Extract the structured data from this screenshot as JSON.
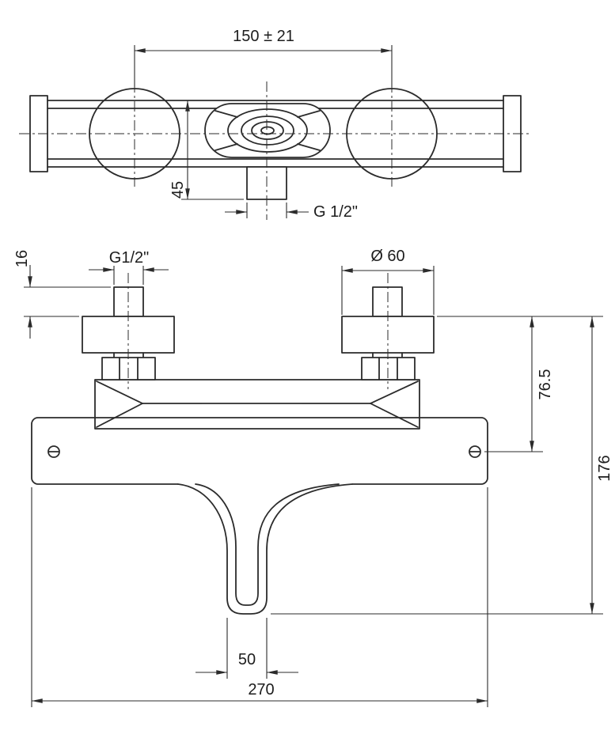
{
  "page": {
    "background": "#ffffff",
    "ink": "#2b2b2b"
  },
  "drawing": {
    "top_view": {
      "dim_handle_spacing": "150 ± 21",
      "dim_outlet_drop": "45",
      "outlet_thread_label": "G 1/2\""
    },
    "front_view": {
      "inlet_thread_label": "G1/2\"",
      "dim_inlet_stub_length": "16",
      "dim_escutcheon_diameter": "Ø 60",
      "dim_top_to_axis": "76.5",
      "dim_top_to_spout_bottom": "176",
      "dim_spout_outlet_width": "50",
      "dim_overall_width": "270"
    }
  }
}
